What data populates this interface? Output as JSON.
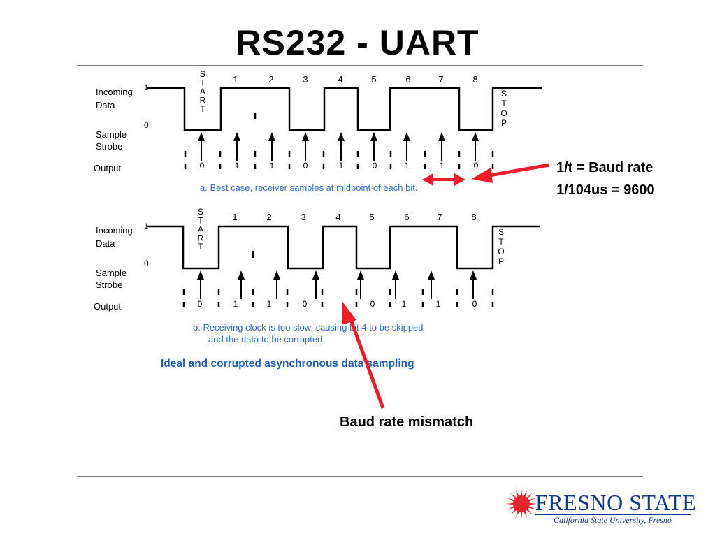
{
  "title": "RS232 - UART",
  "annotations": {
    "baud_rate_line1": "1/t = Baud rate",
    "baud_rate_line2": "1/104us = 9600",
    "mismatch": "Baud rate mismatch"
  },
  "diagram": {
    "row_labels": {
      "incoming_line1": "Incoming",
      "incoming_line2": "Data",
      "sample_line1": "Sample",
      "sample_line2": "Strobe",
      "output": "Output",
      "level_high": "1",
      "level_low": "0"
    },
    "start_letters": [
      "S",
      "T",
      "A",
      "R",
      "T"
    ],
    "stop_letters": [
      "S",
      "T",
      "O",
      "P"
    ],
    "bit_numbers": [
      "1",
      "2",
      "3",
      "4",
      "5",
      "6",
      "7",
      "8"
    ],
    "panel_a": {
      "outputs": [
        "0",
        "1",
        "1",
        "0",
        "1",
        "0",
        "1",
        "1",
        "0"
      ],
      "caption": "a. Best case, receiver samples at midpoint of each bit."
    },
    "panel_b": {
      "outputs": [
        "0",
        "1",
        "1",
        "0",
        "0",
        "1",
        "1",
        "0"
      ],
      "caption_line1": "b. Receiving clock is too slow, causing bit 4 to be skipped",
      "caption_line2": "and the data to be corrupted."
    },
    "figure_caption": "Ideal and corrupted asynchronous data sampling"
  },
  "logo": {
    "name": "FRESNO STATE",
    "tagline": "California State University, Fresno"
  },
  "colors": {
    "title": "#000000",
    "arrow": "#ee1c25",
    "caption_blue": "#2a6fc9",
    "figure_caption_blue": "#1f5fbf",
    "logo_blue": "#123a8a",
    "logo_sun": "#e8262b"
  }
}
